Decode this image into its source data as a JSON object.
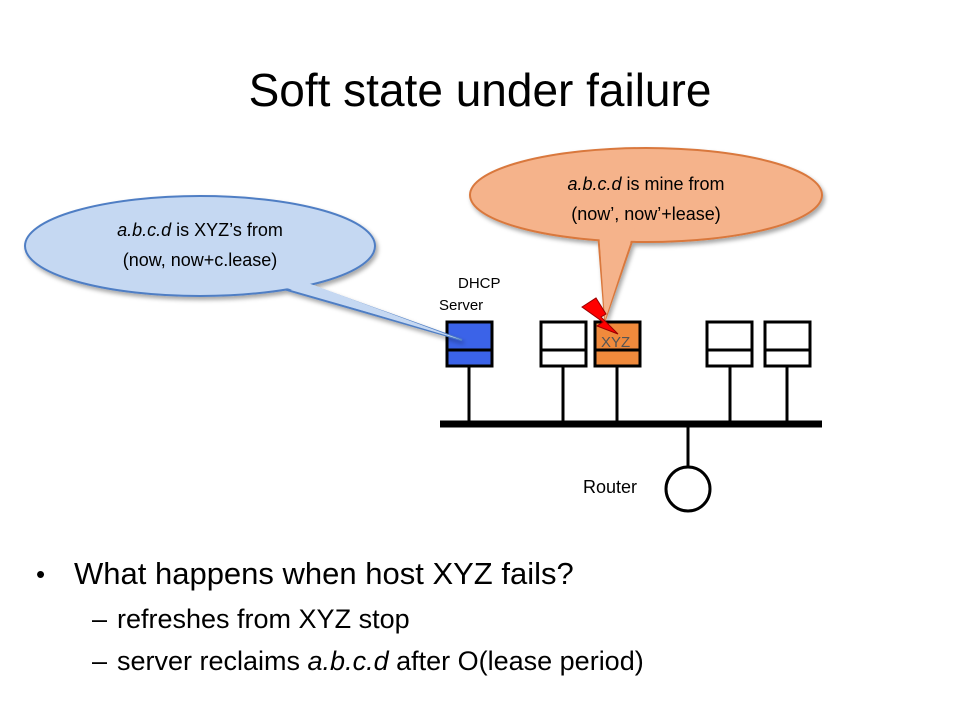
{
  "slide": {
    "title": "Soft state under failure"
  },
  "diagram": {
    "server_label_line1": "DHCP",
    "server_label_line2": "Server",
    "host_label": "XYZ",
    "router_label": "Router",
    "left_bubble": {
      "line1_italic": "a.b.c.d",
      "line1_rest": " is XYZ’s from",
      "line2": "(now, now+c.lease)"
    },
    "right_bubble": {
      "line1_italic": "a.b.c.d",
      "line1_rest": " is mine from",
      "line2": "(now’, now’+lease)"
    },
    "colors": {
      "server": "#3b63e8",
      "host": "#f08a3c",
      "left_bubble": "#c5d8f2",
      "right_bubble": "#f5b38b",
      "lightning": "#ff0000"
    }
  },
  "bullets": {
    "main": "What happens when host XYZ fails?",
    "sub1": "refreshes from XYZ stop",
    "sub2_pre": "server reclaims ",
    "sub2_italic": "a.b.c.d",
    "sub2_post": " after O(lease period)"
  }
}
